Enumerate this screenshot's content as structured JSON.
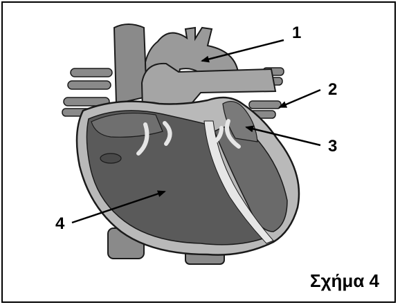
{
  "labels": {
    "l1": "1",
    "l2": "2",
    "l3": "3",
    "l4": "4"
  },
  "caption": "Σχήμα 4",
  "colors": {
    "vessel": "#8a8a8a",
    "vessel_dark": "#6f6f6f",
    "heart_wall": "#b9b9b9",
    "chamber": "#5a5a5a",
    "septum": "#e6e6e6",
    "outline": "#1a1a1a"
  }
}
